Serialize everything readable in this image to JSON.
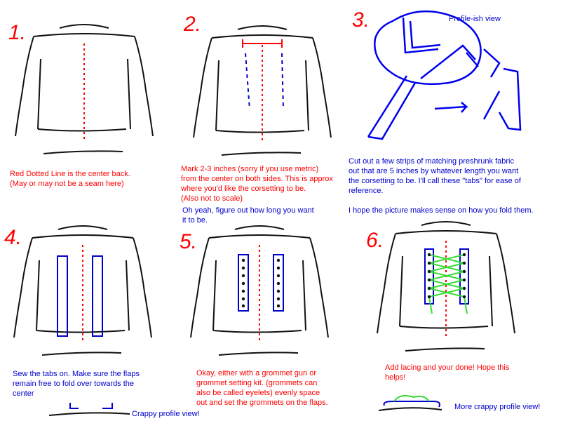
{
  "panels": {
    "p1": {
      "number": "1.",
      "caption": "Red Dotted Line is the center back.\n(May or may not be a seam here)"
    },
    "p2": {
      "number": "2.",
      "caption_red": "Mark 2-3 inches (sorry if you use metric)\nfrom the center on both sides. This is approx\nwhere you'd like the corsetting to be.\n(Also not to scale)",
      "caption_blue": "Oh yeah, figure out how long you want\nit to be."
    },
    "p3": {
      "number": "3.",
      "label": "Profile-ish view",
      "caption": "Cut out a few strips of matching preshrunk fabric\nout that are 5 inches by whatever length you want\nthe corsetting to be. I'll call these \"tabs\" for ease of\nreference.\n\nI hope the picture makes sense on how you fold them."
    },
    "p4": {
      "number": "4.",
      "caption": "Sew the tabs on. Make sure the flaps\nremain free to fold over towards the\ncenter",
      "profile_label": "Crappy profile view!"
    },
    "p5": {
      "number": "5.",
      "caption": "Okay, either with a grommet gun or\ngrommet setting kit. (grommets can\nalso be called eyelets) evenly space\nout and set the grommets on the flaps."
    },
    "p6": {
      "number": "6.",
      "caption": "Add lacing and your done! Hope this\nhelps!",
      "profile_label": "More crappy profile view!"
    }
  },
  "colors": {
    "ink": "#111111",
    "red": "#ff0000",
    "blue": "#0000cc",
    "green": "#33dd33"
  }
}
